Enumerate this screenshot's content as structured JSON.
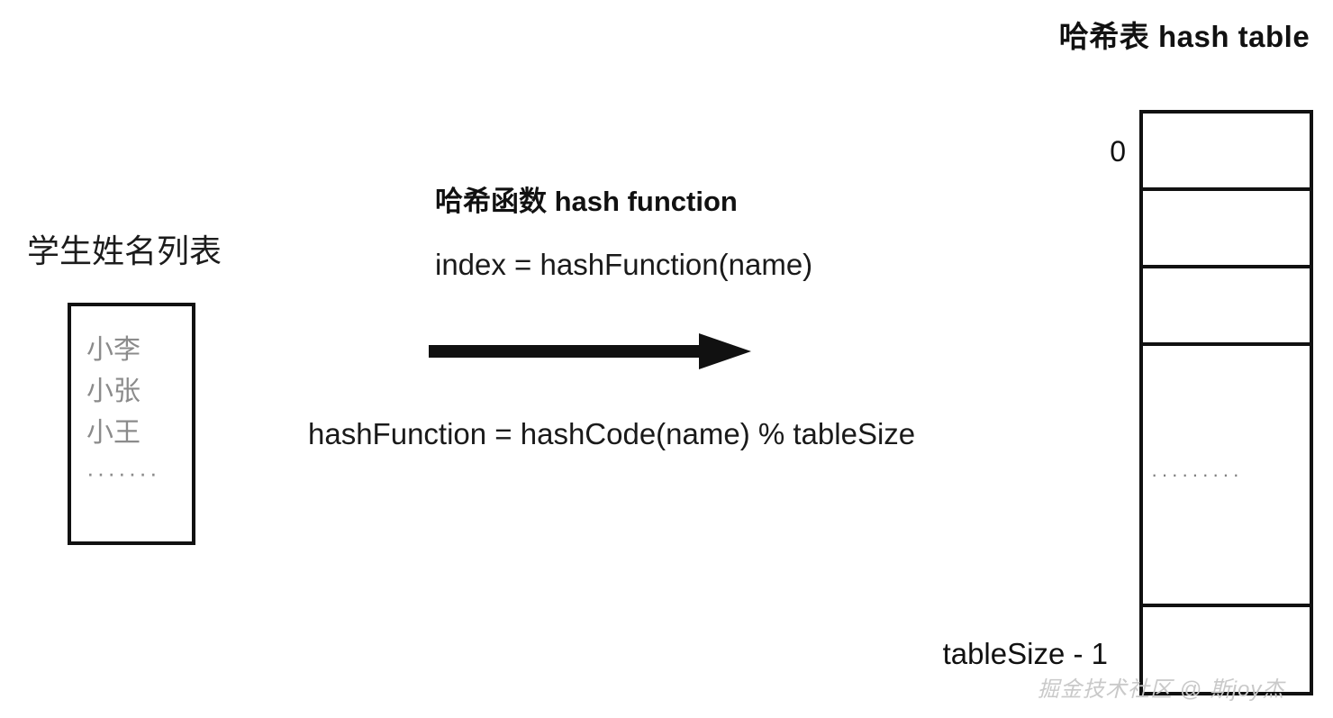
{
  "diagram": {
    "title_right": "哈希表 hash table",
    "left_panel": {
      "label": "学生姓名列表",
      "items": [
        "小李",
        "小张",
        "小王"
      ],
      "ellipsis": "·······"
    },
    "middle_panel": {
      "heading": "哈希函数 hash function",
      "index_expression": "index = hashFunction(name)",
      "formula": "hashFunction = hashCode(name) % tableSize",
      "arrow_icon": "right-arrow-icon"
    },
    "hash_table": {
      "first_index_label": "0",
      "last_index_label": "tableSize - 1",
      "cells": [
        {
          "id": "cell-0",
          "content": ""
        },
        {
          "id": "cell-1",
          "content": ""
        },
        {
          "id": "cell-2",
          "content": ""
        },
        {
          "id": "cell-middle",
          "content": "·········"
        },
        {
          "id": "cell-last",
          "content": ""
        }
      ]
    },
    "watermark": "掘金技术社区 @ 斯joy杰",
    "colors": {
      "stroke": "#111111",
      "text": "#1a1a1a",
      "muted_text": "#8b8b8b",
      "watermark": "#c9c9c9",
      "background": "#ffffff"
    }
  }
}
